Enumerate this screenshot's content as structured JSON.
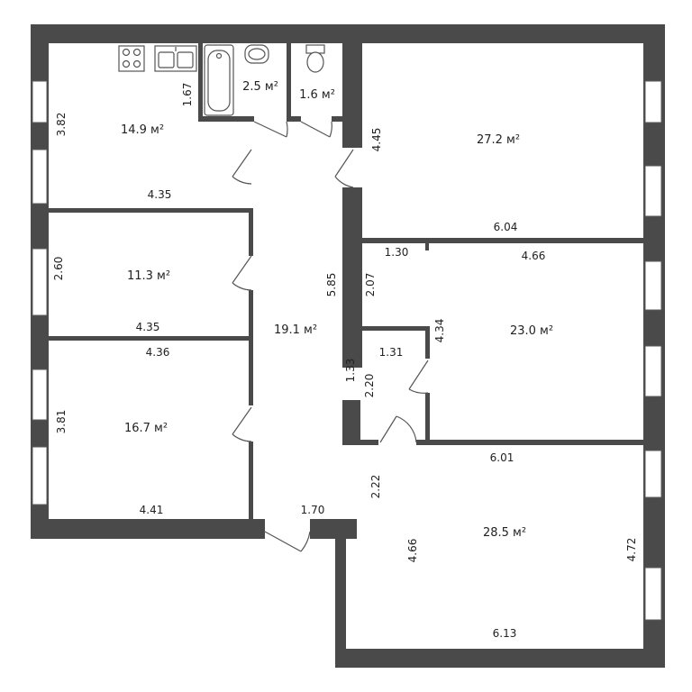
{
  "floorplan": {
    "areas": {
      "kitchen": "14.9 м²",
      "bath": "2.5 м²",
      "wc": "1.6 м²",
      "room_top_right": "27.2 м²",
      "room_left_mid": "11.3 м²",
      "corridor": "19.1 м²",
      "room_right_mid": "23.0 м²",
      "room_left_bottom": "16.7 м²",
      "room_bottom_right": "28.5 м²"
    },
    "dims": {
      "d_3_82": "3.82",
      "d_1_67": "1.67",
      "d_4_35_a": "4.35",
      "d_2_60": "2.60",
      "d_4_35_b": "4.35",
      "d_4_36": "4.36",
      "d_3_81": "3.81",
      "d_4_41": "4.41",
      "d_1_70": "1.70",
      "d_5_85": "5.85",
      "d_4_45": "4.45",
      "d_6_04": "6.04",
      "d_1_30": "1.30",
      "d_4_66_a": "4.66",
      "d_2_07": "2.07",
      "d_4_34": "4.34",
      "d_1_31": "1.31",
      "d_1_33": "1.33",
      "d_2_20": "2.20",
      "d_6_01": "6.01",
      "d_2_22": "2.22",
      "d_4_66_b": "4.66",
      "d_4_72": "4.72",
      "d_6_13": "6.13"
    }
  }
}
